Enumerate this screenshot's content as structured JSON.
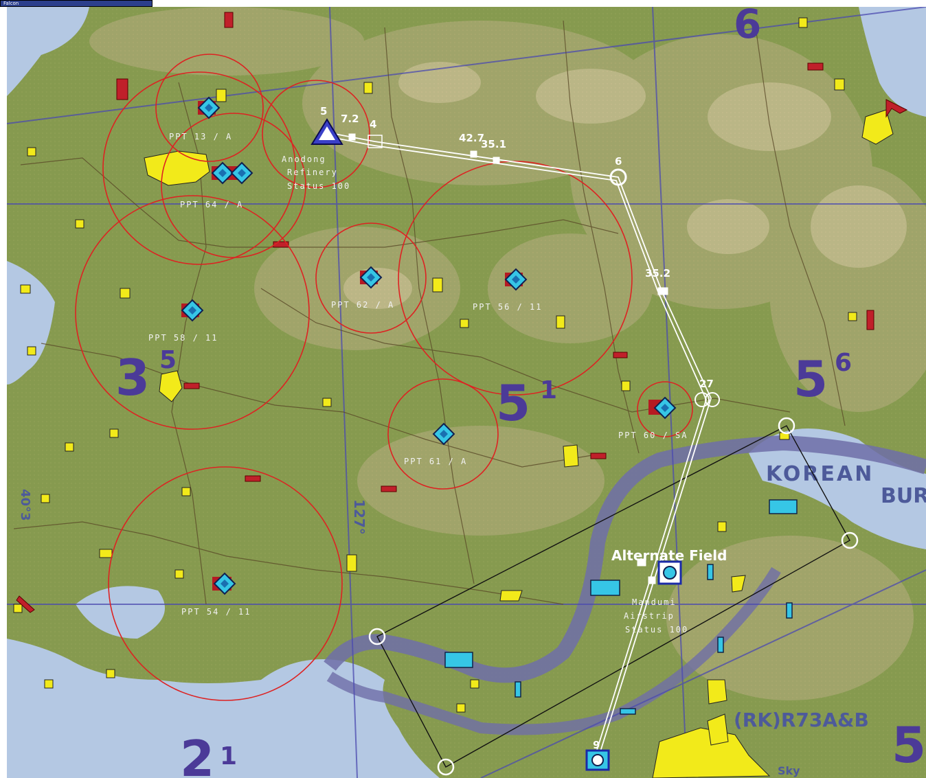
{
  "window": {
    "title_tab": "Falcon"
  },
  "mgrs_grid": [
    {
      "main": "6",
      "sup": ""
    },
    {
      "main": "3",
      "sup": "5"
    },
    {
      "main": "5",
      "sup": "1"
    },
    {
      "main": "5",
      "sup": "6"
    },
    {
      "main": "2",
      "sup": "1"
    },
    {
      "main": "5",
      "sup": ""
    }
  ],
  "map_text": {
    "korean": "KOREAN",
    "bur": "BUR",
    "restricted_area": "(RK)R73A&B",
    "longitude_tick": "127°",
    "left_edge": "40°3",
    "sky": "Sky"
  },
  "threat_labels": [
    "PPT 13 / A",
    "PPT 64 / A",
    "PPT 62 / A",
    "PPT 56 / 11",
    "PPT 58 / 11",
    "PPT 61 / A",
    "PPT 60 / SA",
    "PPT 54 / 11"
  ],
  "target": {
    "name": "Anodong",
    "type": "Refinery",
    "status": "Status 100",
    "stpt": "5"
  },
  "alternate_field": {
    "title": "Alternate Field",
    "name": "Mandumi",
    "type": "Airstrip",
    "status": "Status 100"
  },
  "steerpoint_labels": [
    "7.2",
    "4",
    "42.7",
    "35.1",
    "6",
    "35.2",
    "27",
    "9"
  ],
  "colors": {
    "threat_circle": "#dd2222",
    "route_line": "#ffffff",
    "package_box": "#111111",
    "airbase_fill": "#f2ea1a",
    "grid_text": "#4b3a98",
    "buffer_zone": "#6f6ea8",
    "sam_icon_fill": "#36c6e6",
    "water": "#b4c8e3"
  }
}
